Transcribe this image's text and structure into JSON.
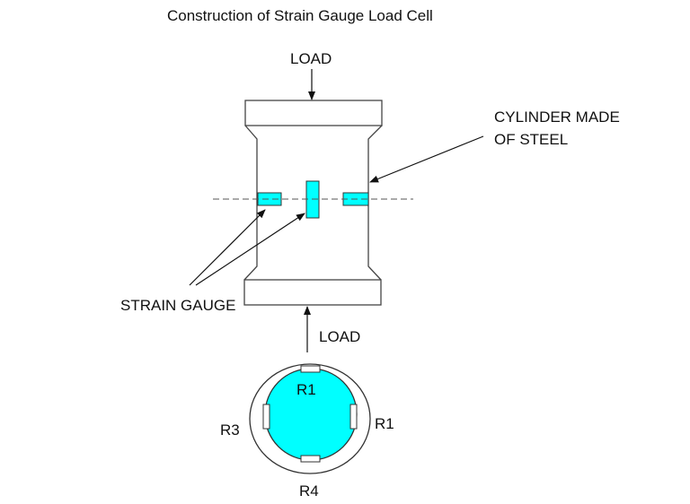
{
  "title": "Construction of Strain Gauge Load Cell",
  "labels": {
    "load_top": "LOAD",
    "load_bottom": "LOAD",
    "cylinder_line1": "CYLINDER MADE",
    "cylinder_line2": "OF STEEL",
    "strain_gauge": "STRAIN GAUGE"
  },
  "cross_section": {
    "gauges": [
      {
        "position": "top",
        "label": "R1"
      },
      {
        "position": "right",
        "label": "R1"
      },
      {
        "position": "left",
        "label": "R3"
      },
      {
        "position": "bottom",
        "label": "R4"
      }
    ]
  },
  "colors": {
    "gauge_fill": "#00ffff",
    "outline": "#333333",
    "background": "#ffffff"
  }
}
